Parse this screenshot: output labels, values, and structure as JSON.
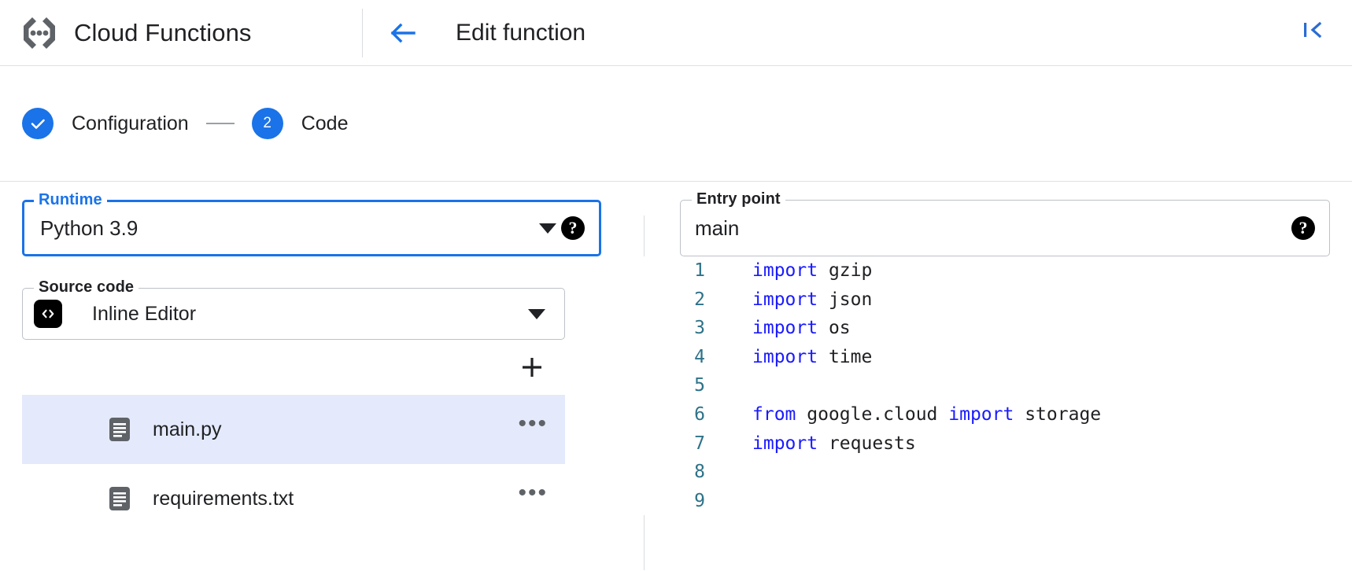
{
  "header": {
    "logo_icon": "cloud-functions-logo",
    "brand_title": "Cloud Functions",
    "back_icon": "arrow-left-icon",
    "page_title": "Edit function",
    "collapse_icon": "collapse-panel-icon",
    "accent_color": "#1a73e8"
  },
  "stepper": {
    "steps": [
      {
        "badge": "✓",
        "label": "Configuration",
        "state": "complete"
      },
      {
        "badge": "2",
        "label": "Code",
        "state": "active"
      }
    ],
    "connector": "—"
  },
  "runtime": {
    "legend": "Runtime",
    "value": "Python 3.9",
    "dropdown_icon": "chevron-down-icon",
    "help_icon": "help-icon",
    "help_glyph": "?",
    "focused": true
  },
  "entry_point": {
    "legend": "Entry point",
    "value": "main",
    "help_icon": "help-icon",
    "help_glyph": "?"
  },
  "source_code": {
    "legend": "Source code",
    "value": "Inline Editor",
    "chip_icon": "code-brackets-icon",
    "dropdown_icon": "chevron-down-icon"
  },
  "file_toolbar": {
    "add_icon": "plus-icon",
    "add_label": "+"
  },
  "files": [
    {
      "icon": "file-document-icon",
      "name": "main.py",
      "selected": true,
      "more_label": "•••"
    },
    {
      "icon": "file-document-icon",
      "name": "requirements.txt",
      "selected": false,
      "more_label": "•••"
    }
  ],
  "editor": {
    "keyword_color": "#1a1aff",
    "gutter_color": "#2e7288",
    "lines": [
      {
        "n": "1",
        "tokens": [
          {
            "t": "import",
            "k": true
          },
          {
            "t": " gzip",
            "k": false
          }
        ]
      },
      {
        "n": "2",
        "tokens": [
          {
            "t": "import",
            "k": true
          },
          {
            "t": " json",
            "k": false
          }
        ]
      },
      {
        "n": "3",
        "tokens": [
          {
            "t": "import",
            "k": true
          },
          {
            "t": " os",
            "k": false
          }
        ]
      },
      {
        "n": "4",
        "tokens": [
          {
            "t": "import",
            "k": true
          },
          {
            "t": " time",
            "k": false
          }
        ]
      },
      {
        "n": "5",
        "tokens": []
      },
      {
        "n": "6",
        "tokens": [
          {
            "t": "from",
            "k": true
          },
          {
            "t": " google.cloud ",
            "k": false
          },
          {
            "t": "import",
            "k": true
          },
          {
            "t": " storage",
            "k": false
          }
        ]
      },
      {
        "n": "7",
        "tokens": [
          {
            "t": "import",
            "k": true
          },
          {
            "t": " requests",
            "k": false
          }
        ]
      },
      {
        "n": "8",
        "tokens": []
      },
      {
        "n": "9",
        "tokens": []
      }
    ]
  }
}
